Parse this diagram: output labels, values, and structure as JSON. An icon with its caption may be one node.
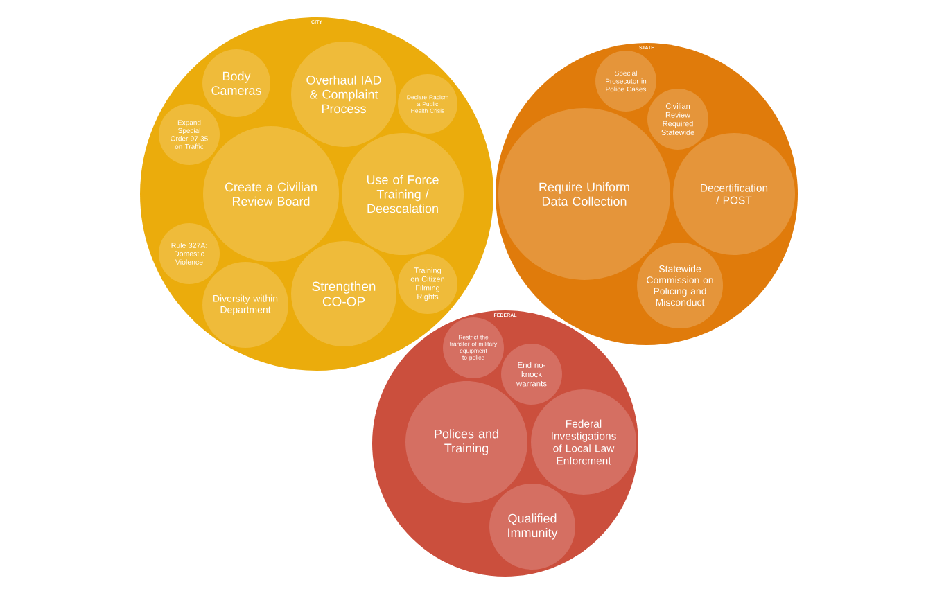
{
  "diagram": {
    "nodes": [
      {
        "text": [
          "CITY"
        ]
      },
      {
        "text": [
          "Body Cameras"
        ],
        "in": 0
      },
      {
        "text": [
          "Overhaul IAD & Complaint Process"
        ],
        "in": 0
      },
      {
        "text": [
          "Declare Racism a Public Health Crisis"
        ],
        "in": 0
      },
      {
        "text": [
          "Expand Special Order 97-35 on Traffic"
        ],
        "in": 0
      },
      {
        "text": [
          "Create a Civilian Review Board"
        ],
        "in": 0
      },
      {
        "text": [
          "Use of Force Training / Deescalation"
        ],
        "in": 0
      },
      {
        "text": [
          "Rule 327A: Domestic Violence"
        ],
        "in": 0
      },
      {
        "text": [
          "Diversity within Department"
        ],
        "in": 0
      },
      {
        "text": [
          "Strengthen CO-OP"
        ],
        "in": 0
      },
      {
        "text": [
          "Training on Citizen Filming Rights"
        ],
        "in": 0
      },
      {
        "text": [
          "STATE"
        ]
      },
      {
        "text": [
          "Special Prosecutor in Police Cases"
        ],
        "in": 11
      },
      {
        "text": [
          "Civilian Review Required Statewide"
        ],
        "in": 11
      },
      {
        "text": [
          "Require Uniform Data Collection"
        ],
        "in": 11
      },
      {
        "text": [
          "Decertification / POST"
        ],
        "in": 11
      },
      {
        "text": [
          "Statewide Commission on Policing and Misconduct"
        ],
        "in": 11
      },
      {
        "text": [
          "FEDERAL"
        ]
      },
      {
        "text": [
          "Restrict the transfer of military equipment to police"
        ],
        "in": 17
      },
      {
        "text": [
          "End no-knock warrants"
        ],
        "in": 17
      },
      {
        "text": [
          "Polices and Training"
        ],
        "in": 17
      },
      {
        "text": [
          "Federal Investigations of Local Law Enforcment"
        ],
        "in": 17
      },
      {
        "text": [
          "Qualified Immunity"
        ],
        "in": 17
      }
    ]
  }
}
